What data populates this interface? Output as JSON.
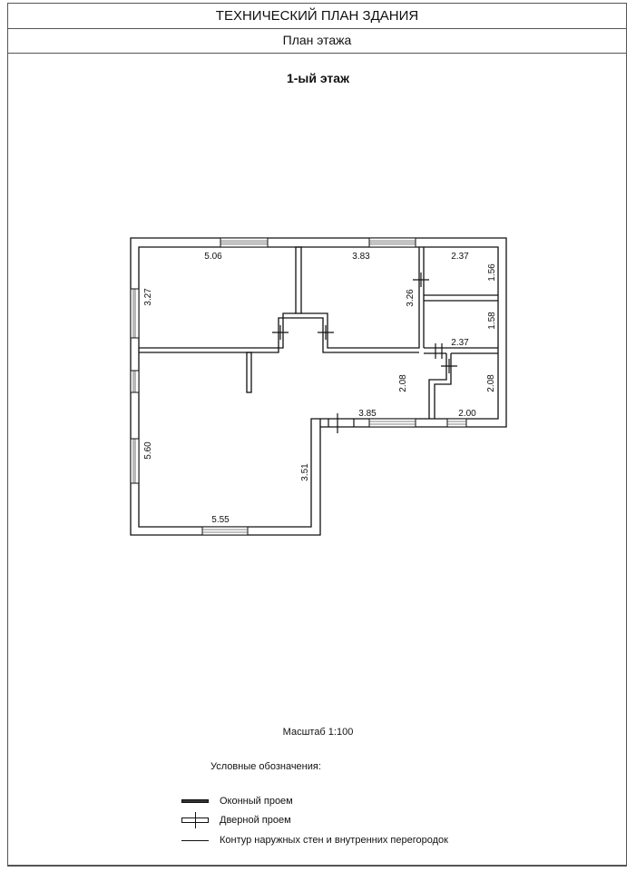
{
  "header": {
    "title": "ТЕХНИЧЕСКИЙ ПЛАН ЗДАНИЯ",
    "subtitle": "План этажа"
  },
  "floor_label": "1-ый этаж",
  "plan": {
    "dimensions": [
      "5.06",
      "3.83",
      "2.37",
      "1.56",
      "3.27",
      "3.26",
      "1.58",
      "2.37",
      "2.08",
      "2.08",
      "3.85",
      "2.00",
      "5.60",
      "3.51",
      "5.55"
    ]
  },
  "scale": "Масштаб 1:100",
  "legend": {
    "title": "Условные обозначения:",
    "items": [
      {
        "icon": "window-opening-icon",
        "label": "Оконный проем"
      },
      {
        "icon": "door-opening-icon",
        "label": "Дверной проем"
      },
      {
        "icon": "wall-contour-icon",
        "label": "Контур наружных стен и внутренних перегородок"
      }
    ]
  }
}
